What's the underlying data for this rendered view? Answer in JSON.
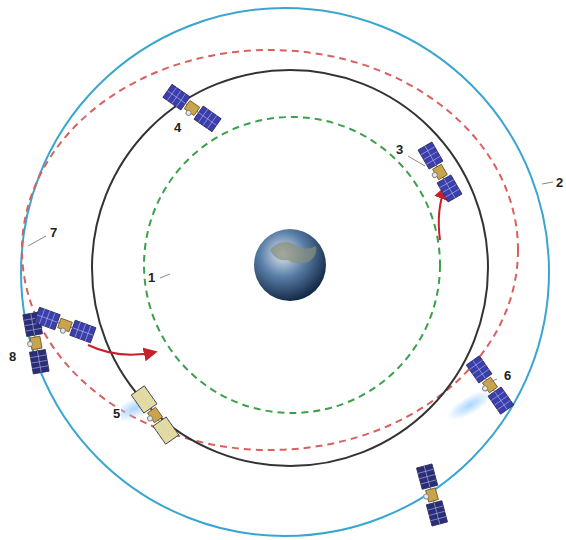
{
  "diagram": {
    "labels": [
      "4",
      "3",
      "2",
      "7",
      "1",
      "8",
      "6",
      "5"
    ]
  }
}
